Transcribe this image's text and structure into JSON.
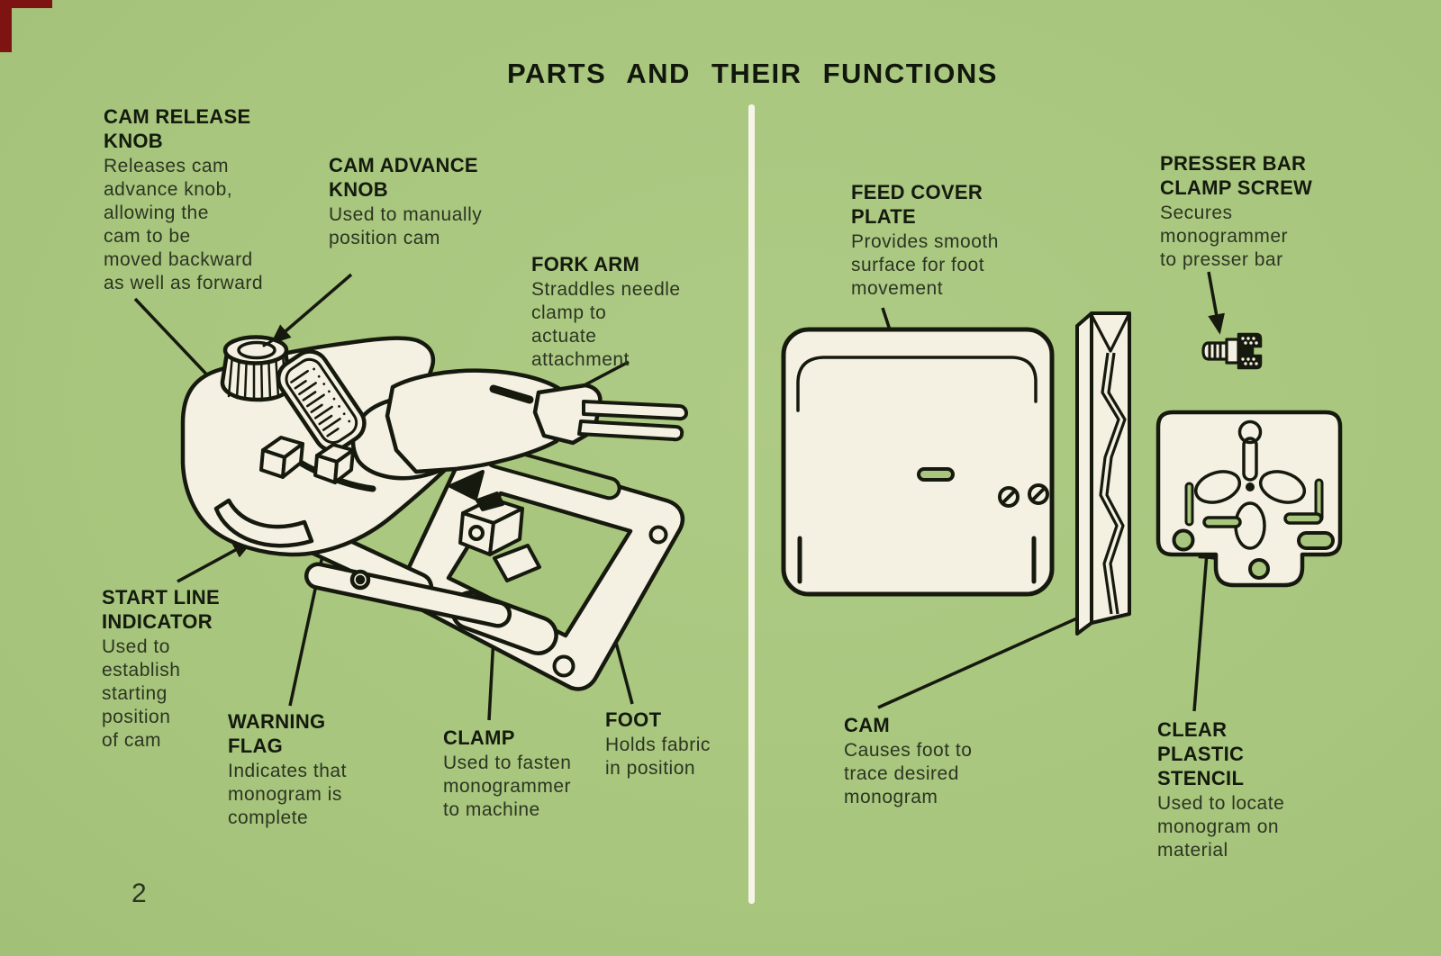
{
  "page": {
    "title": "PARTS AND THEIR FUNCTIONS",
    "page_number": "2",
    "background_color": "#a8c67d",
    "paper_color": "#f4f1e2",
    "ink_color": "#16190e",
    "divider_color": "#f7f5e9",
    "corner_color": "#7d1412"
  },
  "labels": {
    "cam_release_knob": {
      "heading": "CAM RELEASE\nKNOB",
      "description": "Releases cam\nadvance knob,\nallowing the\ncam to be\nmoved backward\nas well as forward"
    },
    "cam_advance_knob": {
      "heading": "CAM ADVANCE\nKNOB",
      "description": "Used to manually\nposition cam"
    },
    "fork_arm": {
      "heading": "FORK ARM",
      "description": "Straddles needle\nclamp to\nactuate\nattachment"
    },
    "feed_cover_plate": {
      "heading": "FEED COVER\nPLATE",
      "description": "Provides smooth\nsurface for foot\nmovement"
    },
    "presser_bar_clamp_screw": {
      "heading": "PRESSER BAR\nCLAMP SCREW",
      "description": "Secures\nmonogrammer\nto presser bar"
    },
    "start_line_indicator": {
      "heading": "START LINE\nINDICATOR",
      "description": "Used to\nestablish\nstarting\nposition\nof cam"
    },
    "warning_flag": {
      "heading": "WARNING\nFLAG",
      "description": "Indicates that\nmonogram is\ncomplete"
    },
    "clamp": {
      "heading": "CLAMP",
      "description": "Used to fasten\nmonogrammer\nto machine"
    },
    "foot": {
      "heading": "FOOT",
      "description": "Holds fabric\nin position"
    },
    "cam": {
      "heading": "CAM",
      "description": "Causes foot to\ntrace desired\nmonogram"
    },
    "clear_plastic_stencil": {
      "heading": "CLEAR\nPLASTIC\nSTENCIL",
      "description": "Used to locate\nmonogram on\nmaterial"
    }
  }
}
